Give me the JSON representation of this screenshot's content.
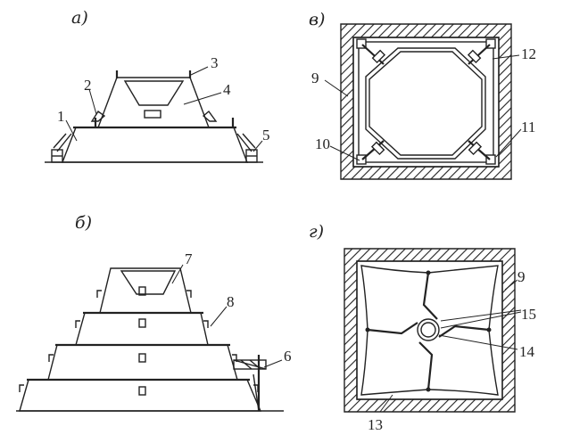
{
  "panels": {
    "a": "а)",
    "b": "б)",
    "v": "в)",
    "g": "г)"
  },
  "callouts": [
    "1",
    "2",
    "3",
    "4",
    "5",
    "6",
    "7",
    "8",
    "9",
    "10",
    "11",
    "12",
    "13",
    "14",
    "15",
    "9"
  ],
  "colors": {
    "ink": "#222222",
    "background": "#ffffff"
  }
}
